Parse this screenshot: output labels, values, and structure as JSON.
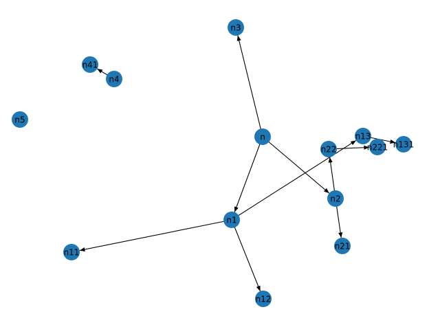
{
  "graph": {
    "node_color": "#1f77b4",
    "edge_color": "#000000",
    "directed": true,
    "nodes": [
      "n3",
      "n41",
      "n4",
      "n5",
      "n",
      "n13",
      "n22",
      "n221",
      "n131",
      "n2",
      "n1",
      "n21",
      "n11",
      "n12"
    ],
    "edges": [
      [
        "n",
        "n3"
      ],
      [
        "n",
        "n1"
      ],
      [
        "n",
        "n2"
      ],
      [
        "n4",
        "n41"
      ],
      [
        "n1",
        "n11"
      ],
      [
        "n1",
        "n12"
      ],
      [
        "n1",
        "n13"
      ],
      [
        "n2",
        "n22"
      ],
      [
        "n2",
        "n21"
      ],
      [
        "n22",
        "n221"
      ],
      [
        "n13",
        "n131"
      ]
    ]
  }
}
